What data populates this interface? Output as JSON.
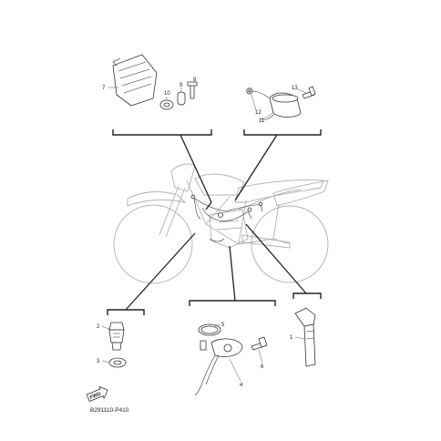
{
  "callouts": {
    "c1": "1",
    "c2": "2",
    "c3": "3",
    "c4": "4",
    "c5": "5",
    "c6": "6",
    "c7": "7",
    "c8": "8",
    "c9": "9",
    "c10": "10",
    "c11": "11",
    "c12": "12",
    "c13": "13"
  },
  "direction_label": "FWD",
  "diagram_code": "B291110-P410"
}
